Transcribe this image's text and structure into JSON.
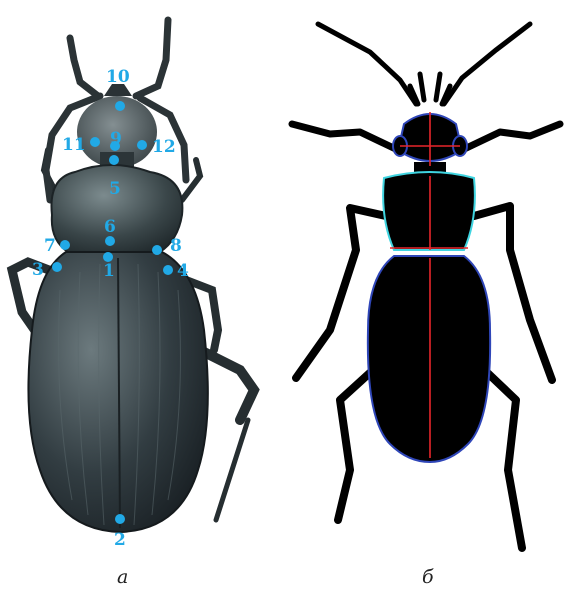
{
  "panels": {
    "a": {
      "label": "а"
    },
    "b": {
      "label": "б"
    }
  },
  "landmarks": [
    "10",
    "11",
    "9",
    "12",
    "5",
    "6",
    "7",
    "8",
    "3",
    "1",
    "4",
    "2"
  ],
  "colors": {
    "landmark": "#21a9e6",
    "photo_body": "#2f3b40",
    "photo_highlight": "#5f6e72",
    "silhouette": "#000000",
    "outline_blue": "#2f46b8",
    "outline_cyan": "#3fd4e0",
    "axis_red": "#e8262b"
  }
}
